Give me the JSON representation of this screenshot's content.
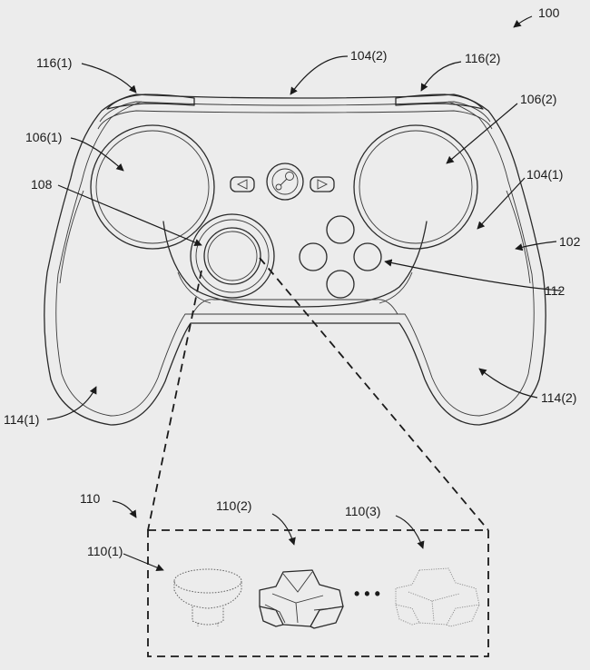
{
  "labels": {
    "figure": "100",
    "body": "102",
    "pad_right": "104(1)",
    "pad_top": "104(2)",
    "trackpad_left": "106(1)",
    "trackpad_right": "106(2)",
    "joystick": "108",
    "control_set": "110",
    "control_1": "110(1)",
    "control_2": "110(2)",
    "control_3": "110(3)",
    "buttons": "112",
    "handle_left": "114(1)",
    "handle_right": "114(2)",
    "bumper_left": "116(1)",
    "bumper_right": "116(2)"
  },
  "separator": "• • •"
}
